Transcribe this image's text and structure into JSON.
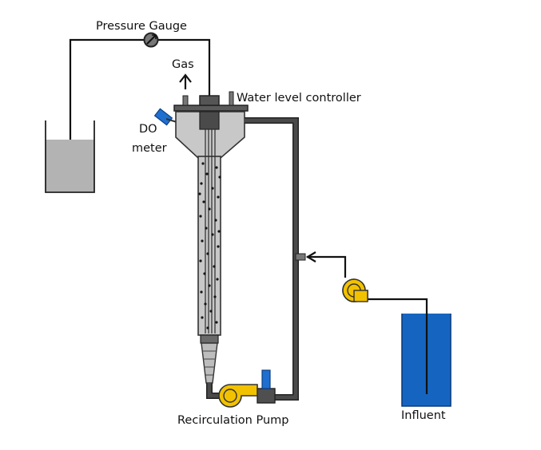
{
  "diagram": {
    "labels": {
      "pressure_gauge": "Pressure Gauge",
      "gas": "Gas",
      "water_level_controller": "Water level controller",
      "do_meter_line1": "DO",
      "do_meter_line2": "meter",
      "recirculation_pump": "Recirculation Pump",
      "influent": "Influent"
    },
    "colors": {
      "pipe": "#4a4a4a",
      "pipe_outline": "#2a2a2a",
      "reactor_fill": "#c8c8c8",
      "water_tank_fill": "#b3b3b3",
      "influent_tank_fill": "#1565c0",
      "pump_fill": "#f2c200",
      "probe_fill": "#1e6fd0",
      "gauge_fill": "#777777",
      "biomass_dot": "#151515"
    },
    "icons": {
      "pressure_gauge": "pressure-gauge-icon",
      "pump": "centrifugal-pump-icon",
      "arrow": "flow-arrow-icon"
    }
  }
}
